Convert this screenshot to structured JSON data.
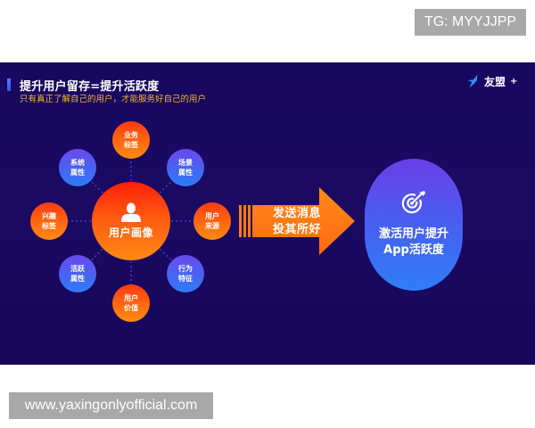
{
  "watermarks": {
    "top": "TG: MYYJJPP",
    "bottom": "www.yaxingonlyofficial.com"
  },
  "slide": {
    "title": "提升用户留存=提升活跃度",
    "subtitle": "只有真正了解自己的用户，才能服务好自己的用户",
    "brand": {
      "name": "友盟",
      "plus": "+",
      "icon": "bird-logo-icon"
    },
    "colors": {
      "background": "#170860",
      "accent_orange": "#ff6a10",
      "accent_blue": "#4a62f2",
      "subtitle": "#f5b52a"
    }
  },
  "diagram": {
    "center": {
      "label": "用户画像",
      "icon": "user-icon"
    },
    "nodes": [
      {
        "id": "business-tags",
        "line1": "业务",
        "line2": "标签",
        "color": "orange"
      },
      {
        "id": "scene-attributes",
        "line1": "场景",
        "line2": "属性",
        "color": "blue"
      },
      {
        "id": "user-source",
        "line1": "用户",
        "line2": "来源",
        "color": "orange"
      },
      {
        "id": "behavior-traits",
        "line1": "行为",
        "line2": "特征",
        "color": "blue"
      },
      {
        "id": "user-value",
        "line1": "用户",
        "line2": "价值",
        "color": "orange"
      },
      {
        "id": "active-attributes",
        "line1": "活跃",
        "line2": "属性",
        "color": "blue"
      },
      {
        "id": "interest-tags",
        "line1": "兴趣",
        "line2": "标签",
        "color": "orange"
      },
      {
        "id": "system-attributes",
        "line1": "系统",
        "line2": "属性",
        "color": "blue"
      }
    ],
    "arrow": {
      "line1": "发送消息",
      "line2": "投其所好"
    },
    "goal": {
      "line1": "激活用户提升",
      "line2": "App活跃度",
      "icon": "target-icon"
    }
  }
}
